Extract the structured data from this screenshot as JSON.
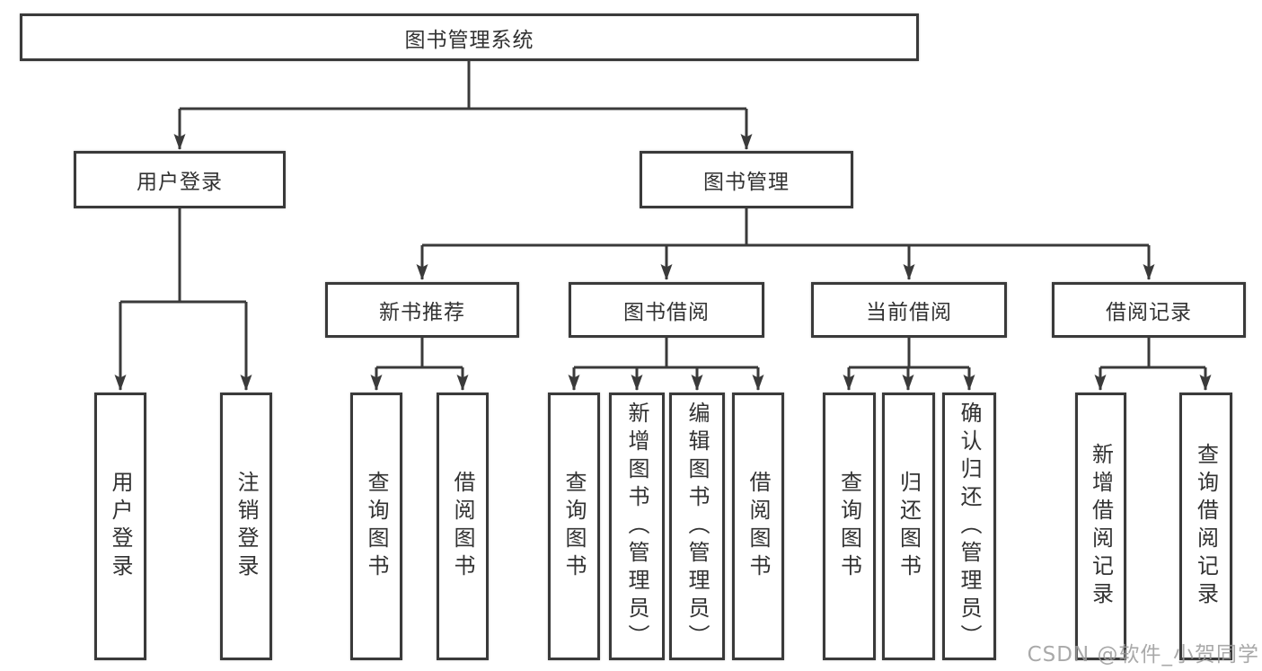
{
  "diagram": {
    "root": {
      "label": "图书管理系统"
    },
    "branches": [
      {
        "label": "用户登录",
        "children": [
          {
            "label": "用户登录"
          },
          {
            "label": "注销登录"
          }
        ]
      },
      {
        "label": "图书管理",
        "children": [
          {
            "label": "新书推荐",
            "children": [
              {
                "label": "查询图书"
              },
              {
                "label": "借阅图书"
              }
            ]
          },
          {
            "label": "图书借阅",
            "children": [
              {
                "label": "查询图书"
              },
              {
                "label": "新增图书（管理员）"
              },
              {
                "label": "编辑图书（管理员）"
              },
              {
                "label": "借阅图书"
              }
            ]
          },
          {
            "label": "当前借阅",
            "children": [
              {
                "label": "查询图书"
              },
              {
                "label": "归还图书"
              },
              {
                "label": "确认归还（管理员）"
              }
            ]
          },
          {
            "label": "借阅记录",
            "children": [
              {
                "label": "新增借阅记录"
              },
              {
                "label": "查询借阅记录"
              }
            ]
          }
        ]
      }
    ],
    "watermark": "CSDN @软件_小贺同学",
    "colors": {
      "line": "#3a3a3a",
      "text": "#323232",
      "watermark": "#9b9b9b",
      "background": "#ffffff"
    }
  }
}
